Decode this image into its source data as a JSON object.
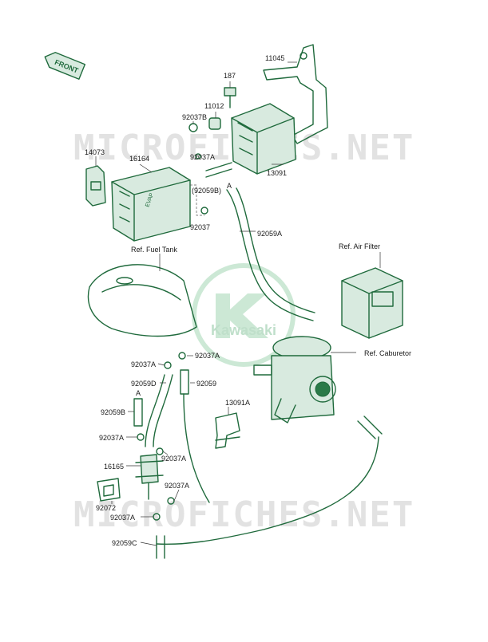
{
  "watermarks": {
    "site": "MICROFICHES.NET",
    "brand": "Kawasaki"
  },
  "front_badge": "FRONT",
  "parts": {
    "p11045": "11045",
    "p187": "187",
    "p11012": "11012",
    "p92037B": "92037B",
    "p13091": "13091",
    "p14073": "14073",
    "p16164": "16164",
    "p92037A_top": "92037A",
    "p92059B_paren": "(92059B)",
    "p92037_top": "92037",
    "p92059A": "92059A",
    "p92037A_mid": "92037A",
    "p92037A_mid2": "92037A",
    "p92059D": "92059D",
    "p92059": "92059",
    "p92059B": "92059B",
    "p13091A": "13091A",
    "p92037A_low1": "92037A",
    "p92037A_low2": "92037A",
    "p16165": "16165",
    "p92037A_low3": "92037A",
    "p92072": "92072",
    "p92037A_low4": "92037A",
    "p92059C": "92059C",
    "marker_a1": "A",
    "marker_a2": "A"
  },
  "references": {
    "fuel_tank": "Ref. Fuel Tank",
    "air_filter": "Ref. Air Filter",
    "carburetor": "Ref. Caburetor"
  },
  "colors": {
    "line": "#1f6a3c",
    "label": "#1a1a1a",
    "watermark": "#e2e2e2"
  }
}
